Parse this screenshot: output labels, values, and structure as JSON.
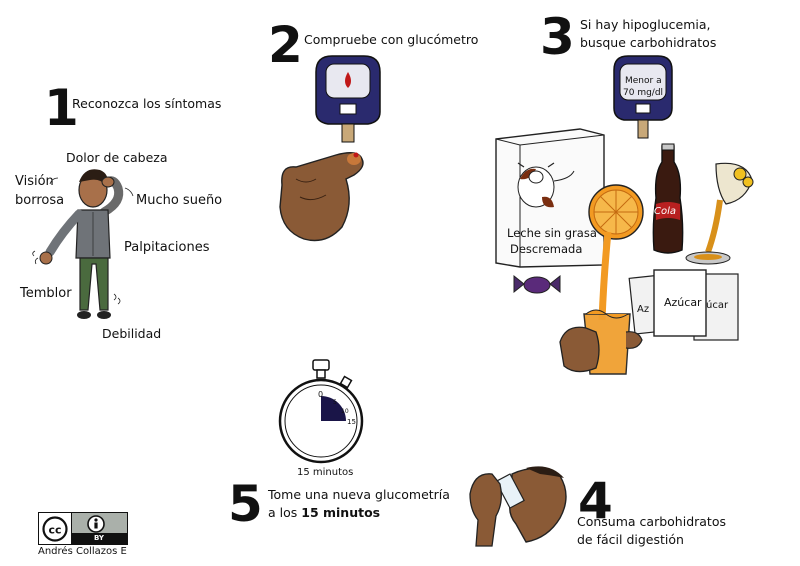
{
  "step1": {
    "number": "1",
    "text": "Reconozca los síntomas",
    "symptoms": {
      "headache": "Dolor de cabeza",
      "vision1": "Visión",
      "vision2": "borrosa",
      "sleepy": "Mucho sueño",
      "palpitations": "Palpitaciones",
      "tremor": "Temblor",
      "weakness": "Debilidad"
    }
  },
  "step2": {
    "number": "2",
    "text": "Compruebe con glucómetro"
  },
  "step3": {
    "number": "3",
    "line1": "Si  hay hipoglucemia,",
    "line2": "busque carbohidratos",
    "meter_line1": "Menor a",
    "meter_line2": "70 mg/dl",
    "milk_line1": "Leche sin grasa",
    "milk_line2": "Descremada",
    "soda_brand": "Cola",
    "sugar1": "Azúcar",
    "sugar2": "Az",
    "sugar3": "úcar"
  },
  "step4": {
    "number": "4",
    "line1": "Consuma carbohidratos",
    "line2": "de fácil digestión"
  },
  "step5": {
    "number": "5",
    "line1": "Tome una nueva glucometría",
    "line2_prefix": "a los ",
    "line2_bold": "15 minutos",
    "timer_label": "15 minutos",
    "dial_marks": [
      "0",
      "5",
      "10",
      "15"
    ]
  },
  "credit": {
    "author": "Andrés Collazos E",
    "license_badge": "BY"
  },
  "colors": {
    "meter_blue": "#2a2a6e",
    "skin": "#8a5a36",
    "orange": "#f0a030",
    "dial_fill": "#1a1548"
  }
}
